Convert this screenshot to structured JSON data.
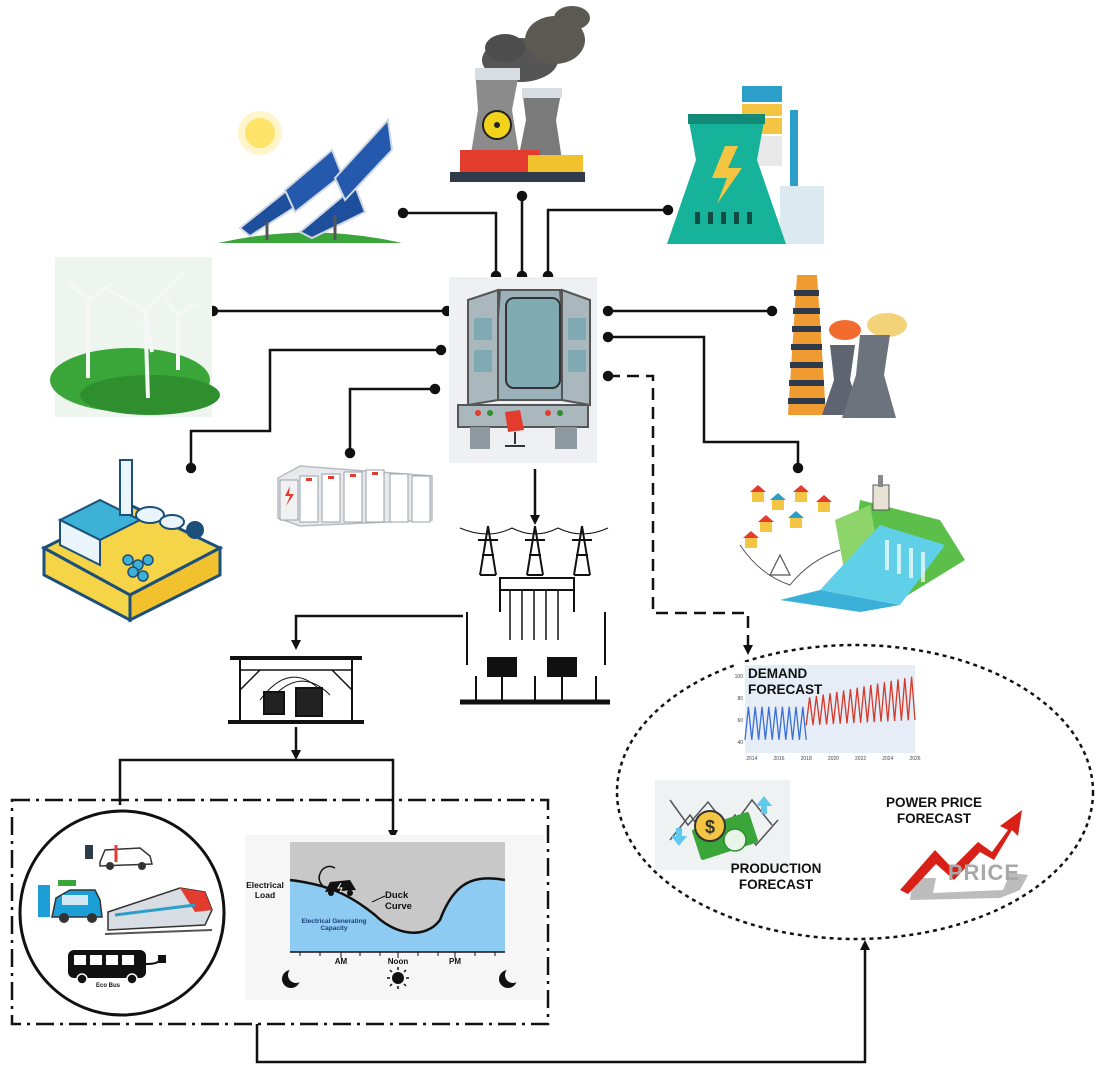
{
  "forecasts": {
    "demand": "DEMAND\nFORECAST",
    "production": "PRODUCTION\nFORECAST",
    "power_price": "POWER PRICE\nFORECAST",
    "price_word": "PRICE"
  },
  "duck_chart": {
    "ylabel": "Electrical\nLoad",
    "curve_label": "Duck\nCurve",
    "area_label": "Electrical Generating\nCapacity",
    "ticks": [
      "AM",
      "Noon",
      "PM"
    ]
  },
  "transport": {
    "bus_label": "Eco Bus"
  },
  "chart_data": {
    "type": "line",
    "title": "",
    "x": [
      2014,
      2016,
      2018,
      2020,
      2022,
      2024,
      2026
    ],
    "x_tick_labels": [
      "2014",
      "2016",
      "2018",
      "2020",
      "2022",
      "2024",
      "2026"
    ],
    "y_tick_labels": [
      "40",
      "60",
      "80",
      "100"
    ],
    "ylim": [
      30,
      110
    ],
    "series": [
      {
        "color": "#3a6fd8",
        "period": "history",
        "x_range": [
          2013.5,
          2018
        ],
        "cycles_per_year": 2,
        "low": 42,
        "high": 72
      },
      {
        "color": "#d23a2a",
        "period": "forecast",
        "x_range": [
          2018,
          2026
        ],
        "cycles_per_year": 2,
        "low_start": 55,
        "high_start": 80,
        "low_end": 60,
        "high_end": 100
      }
    ],
    "colors": {
      "history": "#3a6fd8",
      "forecast": "#d23a2a",
      "background": "#e6edf7"
    }
  }
}
